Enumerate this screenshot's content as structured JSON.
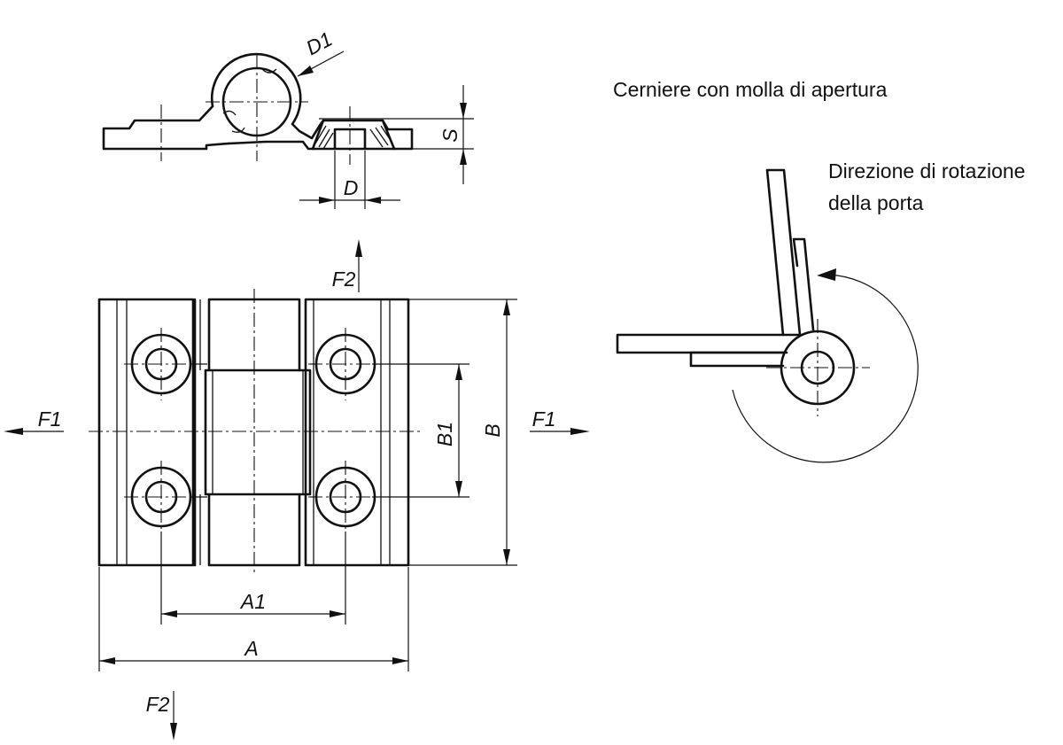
{
  "captions": {
    "title": "Cerniere con molla di apertura",
    "rotation_line1": "Direzione di rotazione",
    "rotation_line2": "della porta"
  },
  "dimensions": {
    "d1": "D1",
    "s": "S",
    "d": "D",
    "f2_top": "F2",
    "f2_bottom": "F2",
    "f1_left": "F1",
    "f1_right": "F1",
    "b1": "B1",
    "b": "B",
    "a1": "A1",
    "a": "A"
  }
}
